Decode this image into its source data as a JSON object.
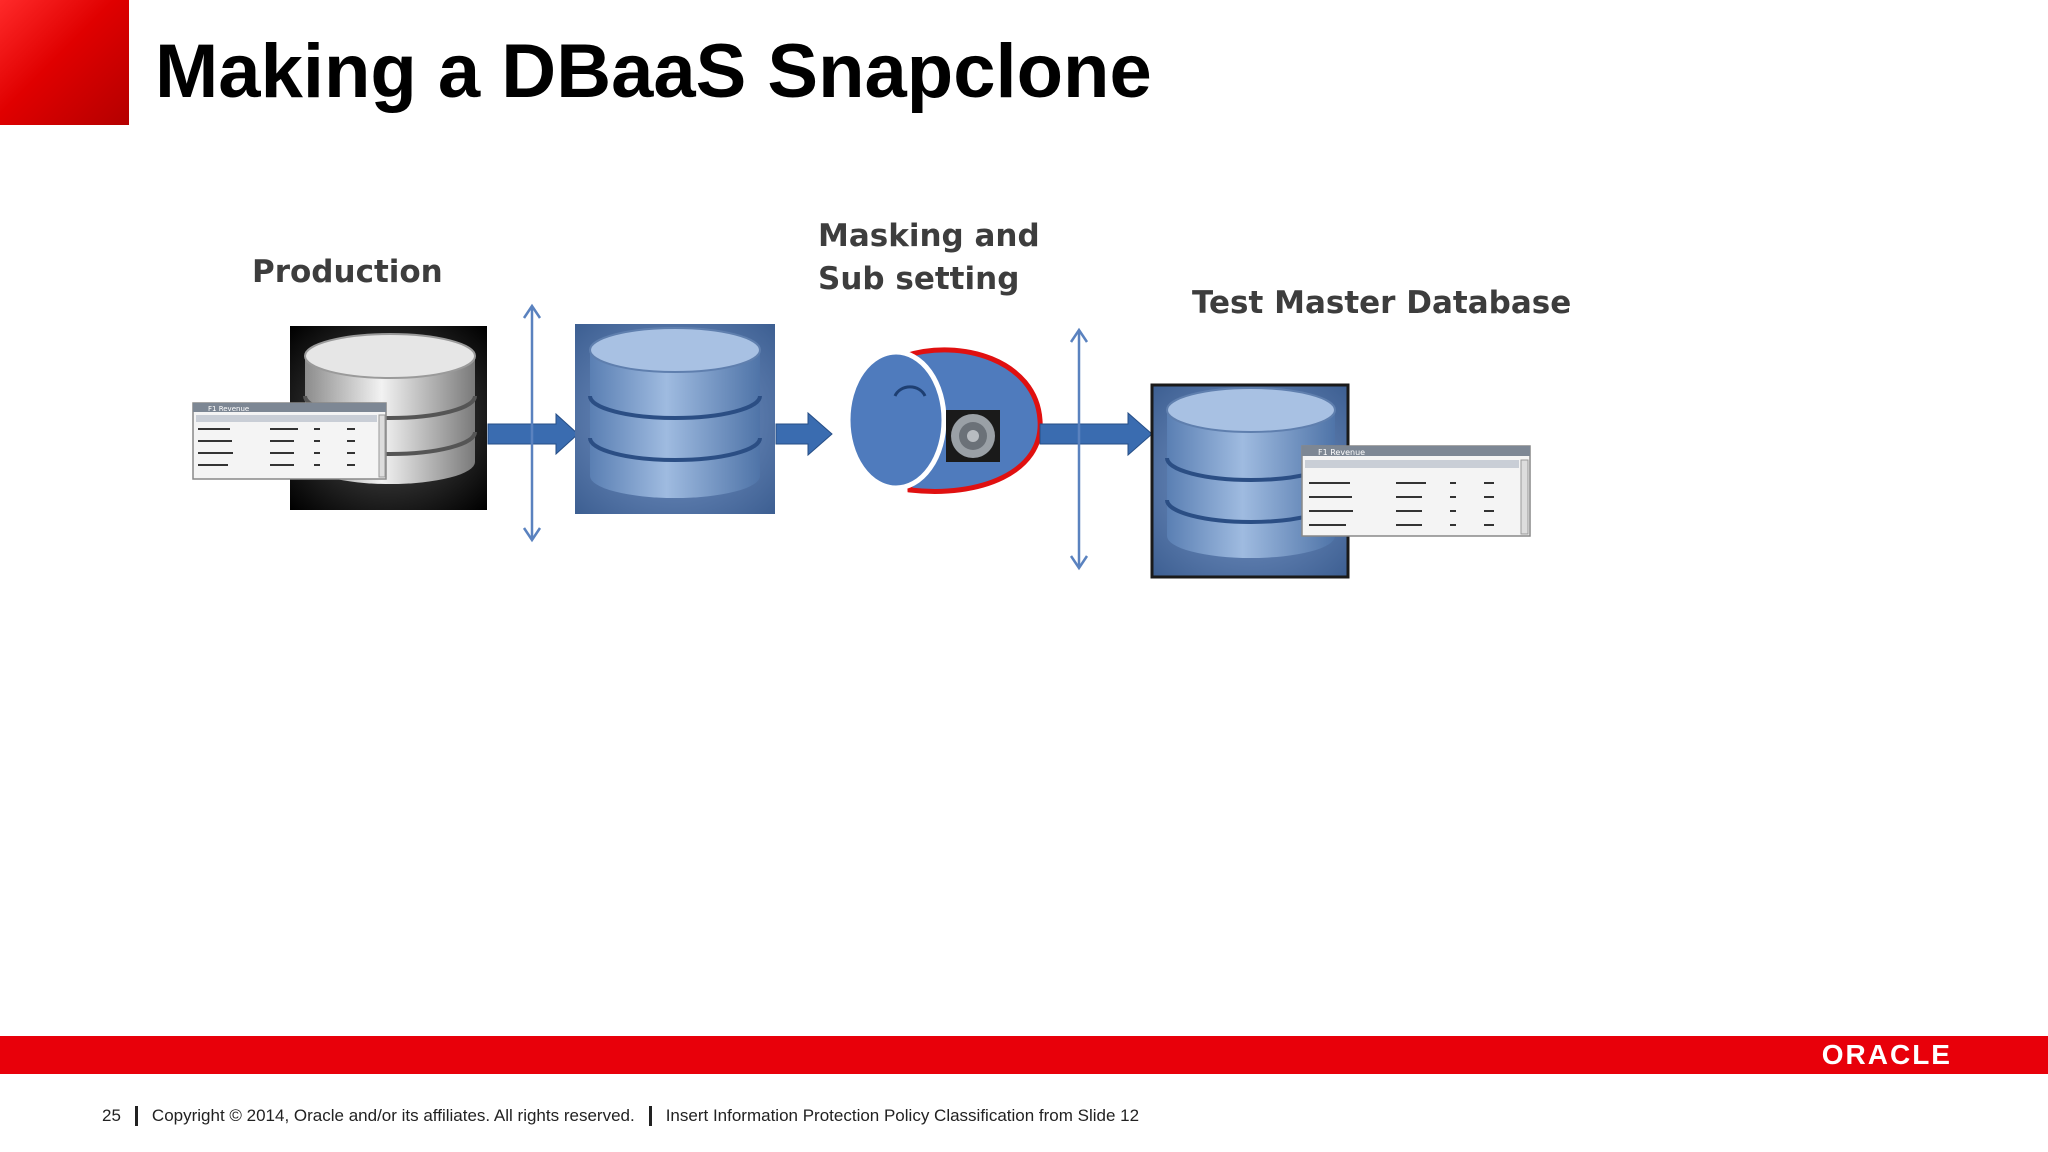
{
  "slide": {
    "title": "Making a DBaaS Snapclone",
    "page_number": "25"
  },
  "diagram": {
    "labels": {
      "production": "Production",
      "masking_line1": "Masking and",
      "masking_line2": "Sub setting",
      "test_master": "Test Master Database"
    },
    "table_popup_title": "F1 Revenue",
    "colors": {
      "db_blue": "#6f93c4",
      "arrow_blue": "#3a6cb0",
      "masking_border": "#e01010",
      "brand_red": "#e8000a"
    }
  },
  "footer": {
    "copyright": "Copyright © 2014, Oracle and/or its affiliates. All rights reserved.",
    "classification": "Insert Information Protection Policy Classification from Slide 12",
    "logo": "ORACLE"
  }
}
